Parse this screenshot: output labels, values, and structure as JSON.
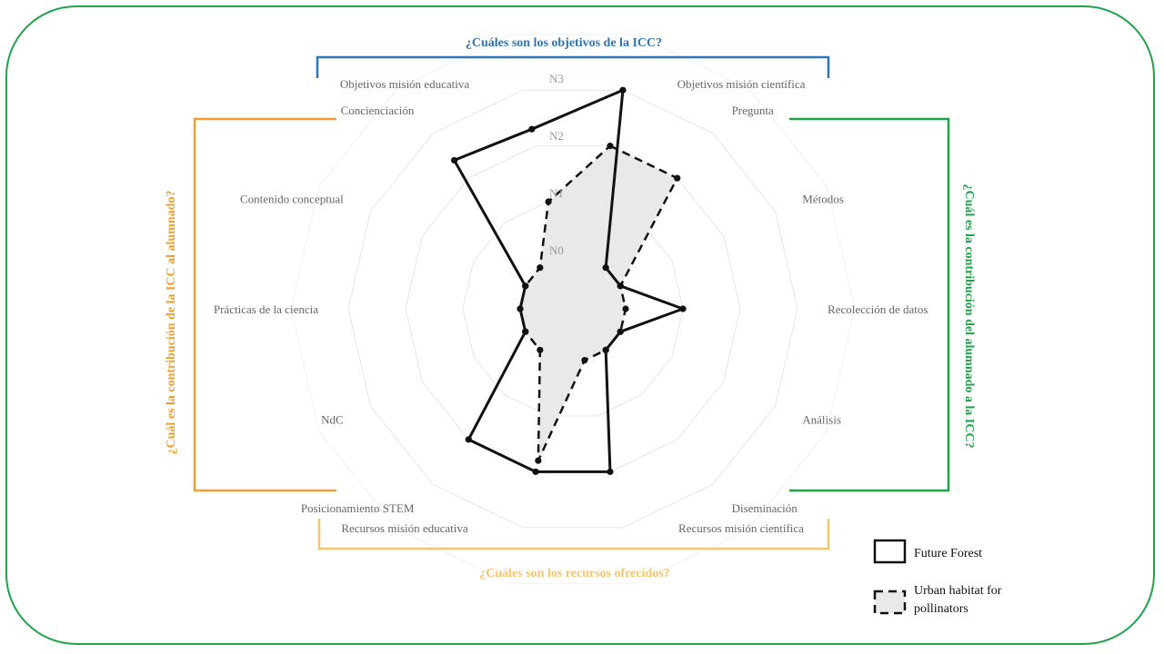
{
  "colors": {
    "frame": "#1ea34a",
    "objectives": "#2e75b6",
    "resources": "#f5c66b",
    "student_left": "#f0a030",
    "student_right": "#1ea34a",
    "grid": "#e6e6e6",
    "fill_urban": "#e9e9ec"
  },
  "questions": {
    "objectives": "¿Cuáles son los objetivos de la ICC?",
    "resources": "¿Cuáles son los recursos ofrecidos?",
    "student_left": "¿Cuál es la contribución de la ICC al alumnado?",
    "student_right": "¿Cuál es la contribución del alumnado a la ICC?"
  },
  "chart_data": {
    "type": "radar",
    "levels": [
      "N0",
      "N1",
      "N2",
      "N3"
    ],
    "axes": [
      "Objetivos misión científica",
      "Pregunta",
      "Métodos",
      "Recolección de datos",
      "Análisis",
      "Diseminación",
      "Recursos misión científica",
      "Recursos misión educativa",
      "Posicionamiento STEM",
      "NdC",
      "Prácticas de la ciencia",
      "Contenido conceptual",
      "Concienciación",
      "Objetivos misión educativa"
    ],
    "series": [
      {
        "name": "Future Forest",
        "style": "solid",
        "values": [
          3.0,
          0.0,
          0.0,
          1.0,
          0.0,
          0.0,
          2.0,
          2.0,
          2.0,
          0.0,
          0.0,
          0.0,
          2.4,
          2.3
        ]
      },
      {
        "name": "Urban habitat for pollinators",
        "style": "dashed",
        "values": [
          2.0,
          2.0,
          0.0,
          0.0,
          0.0,
          0.0,
          0.0,
          1.8,
          0.0,
          0.0,
          0.0,
          0.0,
          0.0,
          1.0
        ]
      }
    ]
  },
  "legend": {
    "future_forest": "Future Forest",
    "urban_line1": "Urban habitat for",
    "urban_line2": "pollinators"
  }
}
